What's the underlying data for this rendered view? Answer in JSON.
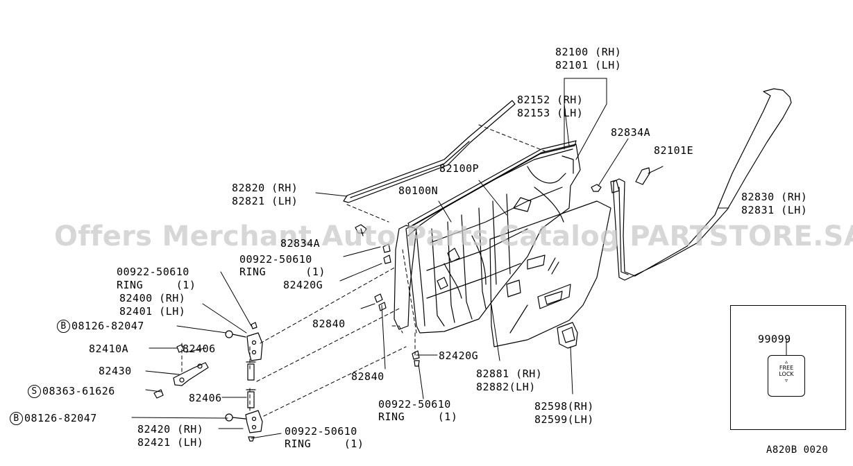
{
  "labels": {
    "p82100": "82100 (RH)",
    "p82101": "82101 (LH)",
    "p82152": "82152 (RH)",
    "p82153": "82153 (LH)",
    "p82834A": "82834A",
    "p82101E": "82101E",
    "p82100P": "82100P",
    "p80100N": "80100N",
    "p82820": "82820 (RH)",
    "p82821": "82821 (LH)",
    "p82830": "82830 (RH)",
    "p82831": "82831 (LH)",
    "p82834A_left": "82834A",
    "p00922_a": "00922-50610",
    "ring_a": "RING      (1)",
    "p82420G_a": "82420G",
    "p00922_b": "00922-50610",
    "ring_b": "RING     (1)",
    "p82400": "82400 (RH)",
    "p82401": "82401 (LH)",
    "p08126_a": "08126-82047",
    "p82840_a": "82840",
    "p82410A": "82410A",
    "p82406_a": "82406",
    "p82430": "82430",
    "p08363": "08363-61626",
    "p82406_b": "82406",
    "p08126_b": "08126-82047",
    "p82840_b": "82840",
    "p82420G_b": "82420G",
    "p82881": "82881 (RH)",
    "p82882": "82882(LH)",
    "p00922_c": "00922-50610",
    "ring_c": "RING     (1)",
    "p82598": "82598(RH)",
    "p82599": "82599(LH)",
    "p82420": "82420 (RH)",
    "p82421": "82421 (LH)",
    "p00922_d": "00922-50610",
    "ring_d": "RING     (1)",
    "p99099": "99099",
    "diagram_code": "A820B 0020",
    "circle_b_1": "B",
    "circle_s": "S",
    "circle_b_2": "B"
  },
  "lock_icon": {
    "line1": "FREE",
    "line2": "LOCK"
  },
  "watermark": "Offers Merchant Auto Parts Catalog PARTSTORE.SA"
}
